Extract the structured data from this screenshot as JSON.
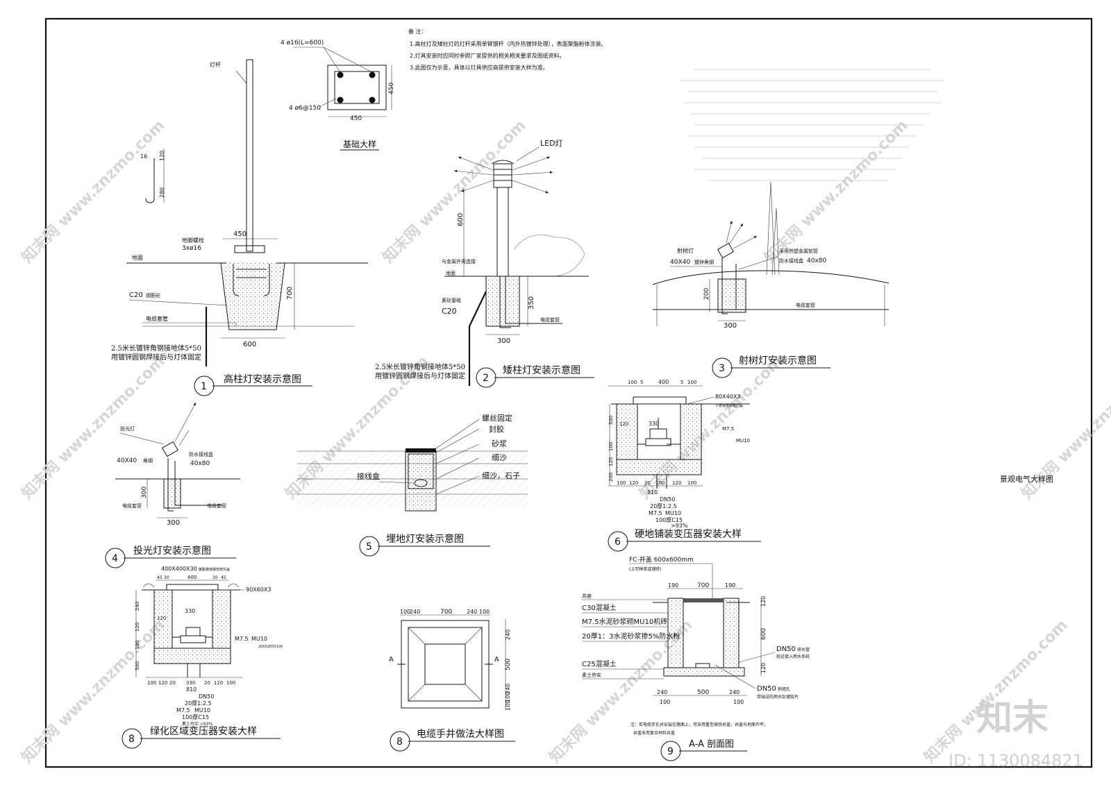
{
  "notes": {
    "heading": "备 注：",
    "lines": [
      "1.高柱灯及矮柱灯的灯杆采用单臂钢杆（内外热镀锌处理），表面聚脂粉体涂装。",
      "2.灯具安装时应同时参照厂家提供的相关相关要求及图纸资料。",
      "3.此图仅为示意，具体以灯具供应商提供安装大样为准。"
    ]
  },
  "sheet_title": "景观电气大样图",
  "foundation": {
    "title": "基础大样",
    "rebar_main": "4 ø16(L=600)",
    "rebar_stirrup": "4 ø6@150",
    "dim_w": "450",
    "dim_h": "450"
  },
  "hook": {
    "d1": "16",
    "d2": "120",
    "d3": "280"
  },
  "detail1": {
    "number": "1",
    "title": "高柱灯安装示意图",
    "pole": "灯杆",
    "bolt": "地脚螺栓",
    "bolt_spec": "3xø16",
    "ground": "地面",
    "concrete": "C20",
    "concrete_tag": "钢筋砼",
    "cable": "电缆套管",
    "top_w": "450",
    "depth": "700",
    "base_w": "600",
    "earth_1": "2.5米长镀锌角钢接地体5*50",
    "earth_2": "用镀锌圆钢焊接后与灯体固定"
  },
  "detail2": {
    "number": "2",
    "title": "矮柱灯安装示意图",
    "led": "LED灯",
    "height": "600",
    "conn": "与金属外壳连接",
    "ground": "地面",
    "base": "素砼基础",
    "concrete": "C20",
    "depth": "350",
    "base_w": "300",
    "cable": "电缆套管",
    "earth_1": "2.5米长镀锌角钢接地体5*50",
    "earth_2": "用镀锌圆钢焊接后与灯体固定"
  },
  "detail3": {
    "number": "3",
    "title": "射树灯安装示意图",
    "lamp": "射树灯",
    "angle": "40X40",
    "angle_tag": "镀锌角钢",
    "seal": "采用热塑金属软管",
    "box": "防水接线盒",
    "box_size": "40x80",
    "depth": "200",
    "base_w": "300",
    "cable": "电缆套管"
  },
  "detail4": {
    "number": "4",
    "title": "投光灯安装示意图",
    "lamp": "投光灯",
    "angle": "40X40",
    "angle_tag": "角钢",
    "box": "防水接线盒",
    "box_size": "40x80",
    "depth": "300",
    "base_w": "300",
    "cable_l": "电缆套管",
    "cable_r": "电缆套管"
  },
  "detail5": {
    "number": "5",
    "title": "埋地灯安装示意图",
    "layers": [
      "螺丝固定",
      "封胶",
      "砂浆",
      "细沙",
      "细沙，石子"
    ],
    "box": "接线盒"
  },
  "detail6": {
    "number": "6",
    "title": "硬地铺装变压器安装大样",
    "dims_top": [
      "100",
      "5",
      "400",
      "5",
      "100"
    ],
    "cover": "80X40X3",
    "cover_tag": "不锈钢角钢框内盖",
    "mid": "330",
    "side": "120",
    "dims_bot": [
      "100",
      "120",
      "20",
      "100",
      "120",
      "100"
    ],
    "total": "810",
    "pipe": "DN50",
    "mortar": "20厚1:2.5",
    "brick": "M7.5",
    "brick2": "MU10",
    "c15": "100厚C15",
    "soil": ">93%",
    "vert": [
      "500",
      "100",
      "120",
      "200"
    ]
  },
  "detail7": {
    "number": "8",
    "title": "绿化区域变压器安装大样",
    "cover": "400X400X30",
    "cover_tag": "聚酯玻璃钢检修井盖",
    "dims_top": [
      "45",
      "30",
      "400",
      "30",
      "45"
    ],
    "angle": "90X60X3",
    "mid": "330",
    "side": "120",
    "dims_bot": [
      "100",
      "120",
      "20",
      "330",
      "20",
      "120",
      "100"
    ],
    "total": "810",
    "pipe": "DN50",
    "mortar": "20厚1:2.5",
    "brick": "M7.5",
    "brick2": "MU10",
    "c15": "100厚C15",
    "soil": "素土夯实 >93%",
    "base": "200X200X100",
    "vert": [
      "240",
      "120",
      "100",
      "500"
    ]
  },
  "detail8": {
    "number": "8",
    "title": "电缆手井做法大样图",
    "dims_top": [
      "100",
      "240",
      "700",
      "240",
      "100"
    ],
    "dims_side": [
      "240",
      "500",
      "240",
      "100",
      "100"
    ],
    "sec": "A"
  },
  "detail9": {
    "number": "9",
    "title": "A-A 剖面图",
    "cover": "FC-井盖 600x600mm",
    "cover_note": "(上可种草或铺砖)",
    "dims_top": [
      "190",
      "700",
      "190"
    ],
    "layers": [
      "井座",
      "C30混凝土",
      "M7.5水泥砂浆砌MU10机砖",
      "20厚1：3水泥砂浆掺5%防水粉",
      "C25混凝土",
      "素土夯实"
    ],
    "vert": [
      "120",
      "600",
      "120"
    ],
    "pipe1": "DN50",
    "pipe1_tag": "排水管",
    "pipe1_note": "就近接入雨水系统",
    "pipe2": "DN50",
    "pipe2_tag": "侧墙孔",
    "pipe2_note": "带端设防雨水封灌胶片",
    "dims_bot": [
      "100",
      "240",
      "500",
      "240",
      "100"
    ],
    "note1": "注：若电缆手孔井安装在路面上，可采用重型铸铁井盖，井盖与地面齐平。",
    "note2": "井盖采用复合材料井盖"
  },
  "brand": {
    "logo": "知末",
    "id": "ID: 1130084821",
    "watermark": "知末网 www.znzmo.com"
  }
}
